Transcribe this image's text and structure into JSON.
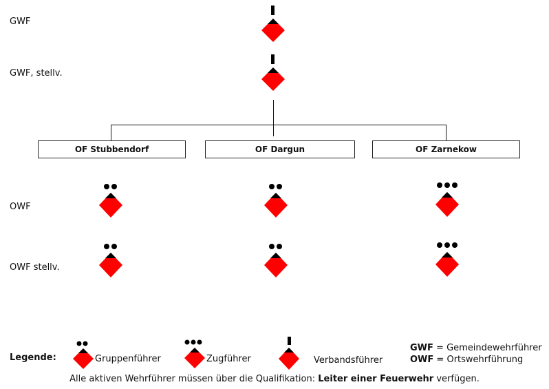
{
  "rows": {
    "gwf": "GWF",
    "gwf_deputy": "GWF, stellv.",
    "owf": "OWF",
    "owf_deputy": "OWF stellv."
  },
  "units": [
    "OF Stubbendorf",
    "OF Dargun",
    "OF Zarnekow"
  ],
  "legend": {
    "title": "Legende:",
    "items": [
      "Gruppenführer",
      "Zugführer",
      "Verbandsführer"
    ],
    "abbreviations": [
      {
        "abbr": "GWF",
        "eq": "=",
        "text": "Gemeindewehrführer"
      },
      {
        "abbr": "OWF",
        "eq": "=",
        "text": "Ortswehrführung"
      }
    ]
  },
  "footer": {
    "prefix": "Alle aktiven Wehrführer müssen über die Qualifikation:",
    "bold": "Leiter einer Feuerwehr",
    "suffix": "verfügen."
  },
  "symbol_colors": {
    "fill": "#ff0000",
    "outline": "#000000"
  }
}
